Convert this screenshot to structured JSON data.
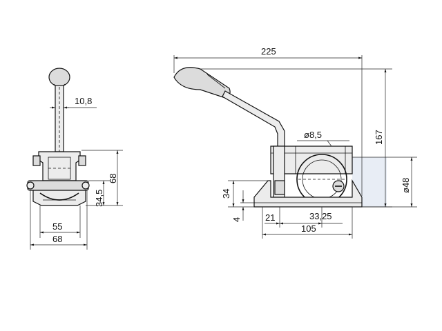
{
  "dimensions": {
    "front_view": {
      "handle_rod_diameter": "10,8",
      "clamp_height": "68",
      "pin_height": "34,5",
      "inner_width": "55",
      "outer_width": "68"
    },
    "side_view": {
      "overall_length": "225",
      "overall_height": "167",
      "hole_diameter": "ø8,5",
      "tube_diameter": "ø48",
      "base_height": "34",
      "plate_thickness": "4",
      "offset_left": "21",
      "offset_center": "33,25",
      "base_length": "105"
    }
  },
  "colors": {
    "line": "#111111",
    "highlight_panel": "#e8edf5"
  }
}
